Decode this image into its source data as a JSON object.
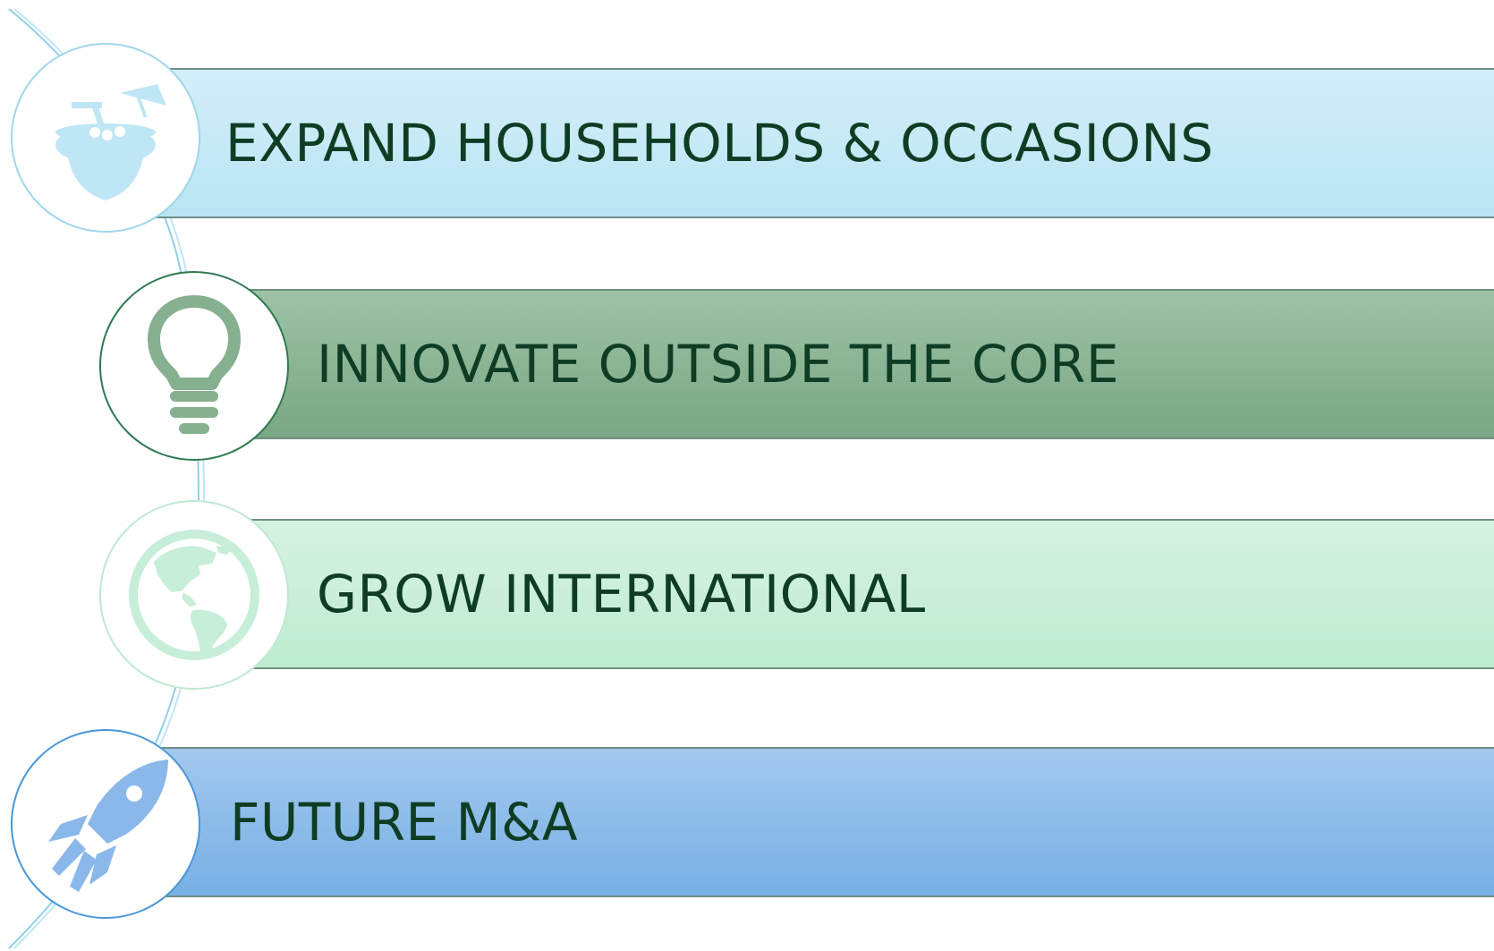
{
  "items": [
    {
      "label": "EXPAND HOUSEHOLDS & OCCASIONS",
      "icon": "coconut-drink-icon",
      "color": "#bfe6f5",
      "icon_color": "#bfe6f5"
    },
    {
      "label": "INNOVATE OUTSIDE THE CORE",
      "icon": "lightbulb-icon",
      "color": "#86b08f",
      "icon_color": "#86b08f"
    },
    {
      "label": "GROW INTERNATIONAL",
      "icon": "globe-icon",
      "color": "#c6eed8",
      "icon_color": "#c6eed8"
    },
    {
      "label": "FUTURE M&A",
      "icon": "rocket-icon",
      "color": "#84b6e6",
      "icon_color": "#8bb8ea"
    }
  ],
  "colors": {
    "text": "#0f3d24",
    "arc": "#8fd0e8"
  }
}
